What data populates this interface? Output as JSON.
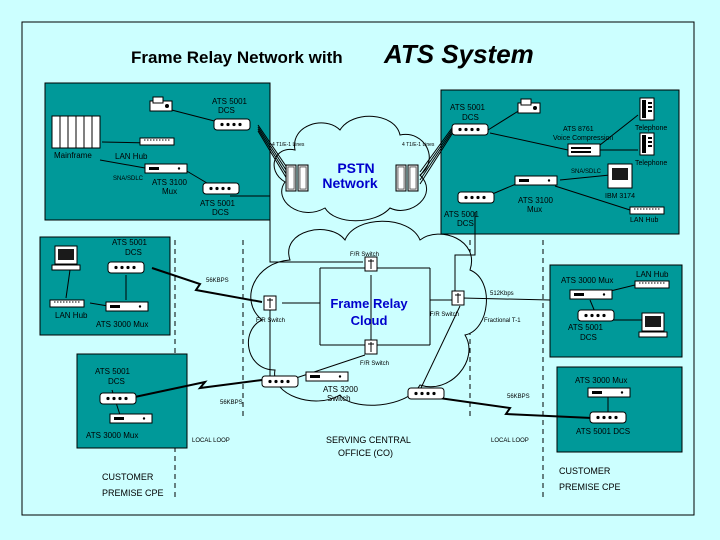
{
  "title": {
    "prefix": "Frame Relay Network with",
    "brand": "ATS System"
  },
  "colors": {
    "background": "#ccffff",
    "site_box": "#009999",
    "cloud": "#ccffff",
    "link": "#000000"
  },
  "pstn": {
    "line1": "PSTN",
    "line2": "Network"
  },
  "frame_relay": {
    "line1": "Frame Relay",
    "line2": "Cloud"
  },
  "left_hq": {
    "dcs_top": [
      "ATS 5001",
      "DCS"
    ],
    "mainframe": "Mainframe",
    "lan_hub": "LAN Hub",
    "sna": "SNA/SDLC",
    "mux": [
      "ATS 3100",
      "Mux"
    ],
    "dcs_bottom": [
      "ATS 5001",
      "DCS"
    ]
  },
  "right_hq": {
    "dcs_top": [
      "ATS 5001",
      "DCS"
    ],
    "voice": [
      "ATS 8761",
      "Voice Compression"
    ],
    "telephone1": "Telephone",
    "telephone2": "Telephone",
    "sna": "SNA/SDLC",
    "mux": [
      "ATS 3100",
      "Mux"
    ],
    "ibm": "IBM 3174",
    "lan_hub": "LAN Hub",
    "dcs_bottom": [
      "ATS 5001",
      "DCS"
    ]
  },
  "e1_left": "4 T1/E-1 Lines",
  "e1_right": "4 T1/E-1 Lines",
  "fr_switches": {
    "top": "F/R Switch",
    "left": "F/R Switch",
    "right": "F/R Switch",
    "bottom": "F/R Switch"
  },
  "switch_3200": [
    "ATS 3200",
    "Switch"
  ],
  "left_mid": {
    "dcs": [
      "ATS 5001",
      "DCS"
    ],
    "lan_hub": "LAN Hub",
    "mux": "ATS 3000 Mux",
    "speed": "56KBPS"
  },
  "left_low": {
    "dcs": [
      "ATS 5001",
      "DCS"
    ],
    "mux": "ATS 3000 Mux",
    "speed": "56KBPS"
  },
  "right_mid": {
    "mux": "ATS 3000 Mux",
    "lan_hub": "LAN Hub",
    "dcs": [
      "ATS 5001",
      "DCS"
    ],
    "speed": "512Kbps",
    "fractional": "Fractional T-1"
  },
  "right_low": {
    "mux": "ATS 3000 Mux",
    "dcs": "ATS 5001 DCS",
    "speed": "56KBPS"
  },
  "bottom_labels": {
    "local_loop_left": "LOCAL LOOP",
    "local_loop_right": "LOCAL LOOP",
    "co_line1": "SERVING CENTRAL",
    "co_line2": "OFFICE (CO)",
    "cpe_left_1": "CUSTOMER",
    "cpe_left_2": "PREMISE CPE",
    "cpe_right_1": "CUSTOMER",
    "cpe_right_2": "PREMISE CPE"
  }
}
